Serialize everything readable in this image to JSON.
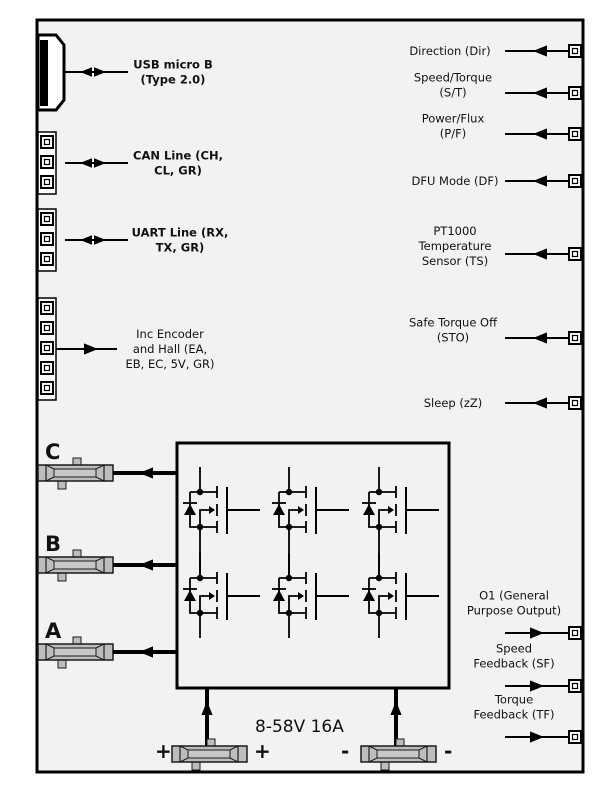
{
  "title": "Motor controller interface block diagram",
  "colors": {
    "background": "#f2f2f2",
    "line": "#000000",
    "connector_fill": "#bdbdbd",
    "connector_stroke": "#1a1a1a",
    "page": "#ffffff"
  },
  "left_ports": [
    {
      "id": "usb",
      "lines": [
        "USB micro B",
        "(Type 2.0)"
      ],
      "bold": true,
      "connector": "usb-micro-b",
      "direction": "bidirectional",
      "pins": 0
    },
    {
      "id": "can",
      "lines": [
        "CAN Line (CH,",
        "CL, GR)"
      ],
      "bold": true,
      "connector": "pin-header",
      "direction": "bidirectional",
      "pins": 3
    },
    {
      "id": "uart",
      "lines": [
        "UART Line (RX,",
        "TX, GR)"
      ],
      "bold": true,
      "connector": "pin-header",
      "direction": "bidirectional",
      "pins": 3
    },
    {
      "id": "encoder",
      "lines": [
        "Inc Encoder",
        "and Hall (EA,",
        "EB, EC, 5V, GR)"
      ],
      "bold": false,
      "connector": "pin-header",
      "direction": "input",
      "pins": 5
    }
  ],
  "right_inputs": [
    {
      "id": "dir",
      "lines": [
        "Direction (Dir)"
      ],
      "direction": "input"
    },
    {
      "id": "st",
      "lines": [
        "Speed/Torque",
        "(S/T)"
      ],
      "direction": "input"
    },
    {
      "id": "pf",
      "lines": [
        "Power/Flux",
        "(P/F)"
      ],
      "direction": "input"
    },
    {
      "id": "df",
      "lines": [
        "DFU Mode (DF)"
      ],
      "direction": "input"
    },
    {
      "id": "ts",
      "lines": [
        "PT1000",
        "Temperature",
        "Sensor (TS)"
      ],
      "direction": "input"
    },
    {
      "id": "sto",
      "lines": [
        "Safe Torque Off",
        "(STO)"
      ],
      "direction": "input"
    },
    {
      "id": "sleep",
      "lines": [
        "Sleep (zZ)"
      ],
      "direction": "input"
    }
  ],
  "right_outputs": [
    {
      "id": "o1",
      "lines": [
        "O1 (General",
        "Purpose Output)"
      ],
      "direction": "output"
    },
    {
      "id": "sf",
      "lines": [
        "Speed",
        "Feedback (SF)"
      ],
      "direction": "output"
    },
    {
      "id": "tf",
      "lines": [
        "Torque",
        "Feedback (TF)"
      ],
      "direction": "output"
    }
  ],
  "phases": [
    {
      "id": "c",
      "label": "C"
    },
    {
      "id": "b",
      "label": "B"
    },
    {
      "id": "a",
      "label": "A"
    }
  ],
  "inverter": {
    "name": "three-phase MOSFET bridge",
    "legs": 3,
    "switches_per_leg": 2
  },
  "power": {
    "rating": "8-58V 16A",
    "positive": {
      "sign_left": "+",
      "sign_right": "+"
    },
    "negative": {
      "sign_left": "-",
      "sign_right": "-"
    }
  }
}
